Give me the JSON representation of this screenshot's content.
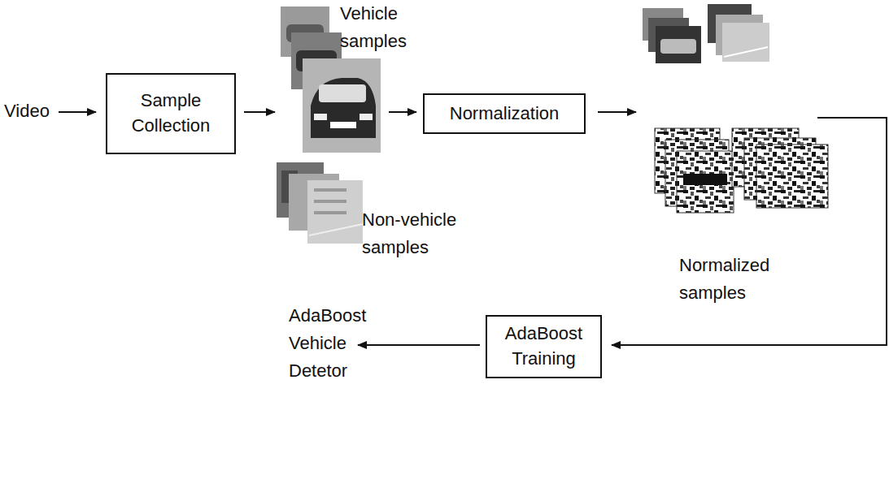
{
  "diagram": {
    "nodes": [
      {
        "text": [
          "Sample Collection"
        ]
      },
      {
        "text": [
          "Normalization"
        ]
      },
      {
        "text": [
          "AdaBoost Training"
        ]
      }
    ],
    "labels": [
      "Video",
      "Vehicle samples",
      "Non-vehicle samples",
      "Normalized samples",
      "AdaBoost Vehicle Detetor"
    ]
  }
}
